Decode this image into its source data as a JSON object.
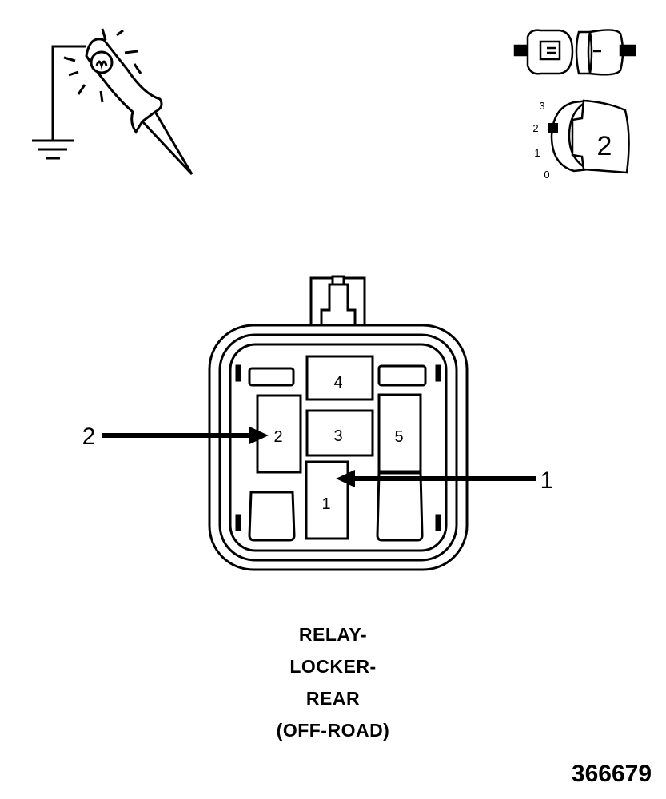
{
  "ignition_key": {
    "positions": [
      "3",
      "2",
      "1",
      "0"
    ],
    "selected": "2",
    "key_label": "2"
  },
  "connector": {
    "cavities": [
      "4",
      "3",
      "2",
      "5",
      "1"
    ]
  },
  "callouts": {
    "left": "2",
    "right": "1"
  },
  "caption": {
    "line1": "RELAY-",
    "line2": "LOCKER-",
    "line3": "REAR",
    "line4": "(OFF-ROAD)"
  },
  "figure_number": "366679",
  "icons": {
    "tester": "test-light-icon",
    "ground": "ground-symbol-icon",
    "connector": "disconnected-connector-icon",
    "key": "ignition-key-icon"
  }
}
